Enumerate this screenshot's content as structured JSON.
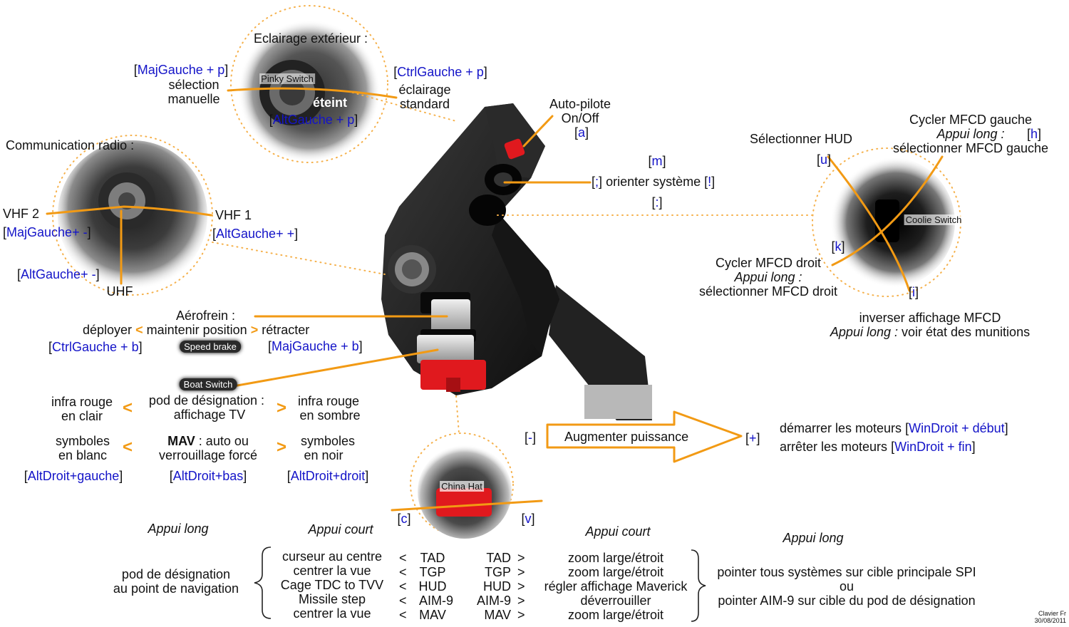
{
  "colors": {
    "accent": "#f29a14",
    "key": "#1414c8",
    "stick": "#1c1c1c",
    "red_button": "#e0191e"
  },
  "pinky": {
    "title": "Eclairage extérieur :",
    "chip": "Pinky Switch",
    "left": {
      "key": "MajGauche + p",
      "label_1": "sélection",
      "label_2": "manuelle"
    },
    "right": {
      "key": "CtrlGauche + p",
      "label_1": "éclairage",
      "label_2": "standard"
    },
    "center_label": "éteint",
    "bottom_key": "AltGauche + p"
  },
  "autopilot": {
    "label_1": "Auto-pilote",
    "label_2": "On/Off",
    "key": "a"
  },
  "orient": {
    "key_top": "m",
    "key_left": ";",
    "label": "orienter système",
    "key_right": "!",
    "key_bottom": ":"
  },
  "radio": {
    "title": "Communication radio :",
    "vhf2": {
      "label": "VHF 2",
      "key": "MajGauche+ -"
    },
    "vhf1": {
      "label": "VHF 1",
      "key": "AltGauche+ +"
    },
    "uhf": {
      "label": "UHF",
      "key": "AltGauche+ -"
    }
  },
  "speedbrake": {
    "title": "Aérofrein :",
    "deploy": "déployer",
    "hold": "maintenir position",
    "retract": "rétracter",
    "lt": "<",
    "gt": ">",
    "key_left": "CtrlGauche + b",
    "chip": "Speed brake",
    "key_right": "MajGauche + b"
  },
  "boat": {
    "chip": "Boat Switch",
    "center_1": "pod de désignation :",
    "center_2": "affichage TV",
    "left_1": "infra rouge",
    "left_2": "en clair",
    "right_1": "infra rouge",
    "right_2": "en sombre",
    "mav_bold": "MAV",
    "mav_rest": " : auto ou",
    "mav_2": "verrouillage forcé",
    "sym_left_1": "symboles",
    "sym_left_2": "en blanc",
    "sym_right_1": "symboles",
    "sym_right_2": "en noir",
    "key_left": "AltDroit+gauche",
    "key_center": "AltDroit+bas",
    "key_right": "AltDroit+droit",
    "lt": "<",
    "gt": ">"
  },
  "coolie": {
    "chip": "Coolie Switch",
    "hud_label": "Sélectionner HUD",
    "hud_key": "u",
    "left_1": "Cycler MFCD gauche",
    "left_2": "Appui long :",
    "left_key": "h",
    "left_3": "sélectionner MFCD gauche",
    "right_key": "k",
    "right_1": "Cycler MFCD droit",
    "right_2": "Appui long :",
    "right_3": "sélectionner MFCD droit",
    "down_key": "i",
    "down_1": "inverser affichage MFCD",
    "down_2_italic": "Appui long :",
    "down_2_rest": " voir état des munitions"
  },
  "throttle": {
    "key_minus": "-",
    "label": "Augmenter puissance",
    "key_plus": "+",
    "start_text": "démarrer les moteurs ",
    "start_key": "WinDroit + début",
    "stop_text": "arrêter les moteurs ",
    "stop_key": "WinDroit + fin"
  },
  "china": {
    "chip": "China Hat",
    "key_left": "c",
    "key_right": "v",
    "left_long": "Appui long",
    "left_short": "Appui court",
    "right_short": "Appui court",
    "right_long": "Appui long",
    "left_long_text_1": "pod de désignation",
    "left_long_text_2": "au point de navigation",
    "left_items": [
      "curseur au centre",
      "centrer la vue",
      "Cage TDC to TVV",
      "Missile step",
      "centrer la vue"
    ],
    "left_modes": [
      "TAD",
      "TGP",
      "HUD",
      "AIM-9",
      "MAV"
    ],
    "right_modes": [
      "TAD",
      "TGP",
      "HUD",
      "AIM-9",
      "MAV"
    ],
    "right_items": [
      "zoom large/étroit",
      "zoom large/étroit",
      "régler affichage Maverick",
      "déverrouiller",
      "zoom large/étroit"
    ],
    "lt": "<",
    "gt": ">",
    "right_long_1": "pointer tous systèmes sur cible principale SPI",
    "right_long_2": "ou",
    "right_long_3": "pointer AIM-9 sur cible du pod de désignation"
  },
  "footer": {
    "line_1": "Clavier Fr",
    "line_2": "30/08/2011"
  }
}
